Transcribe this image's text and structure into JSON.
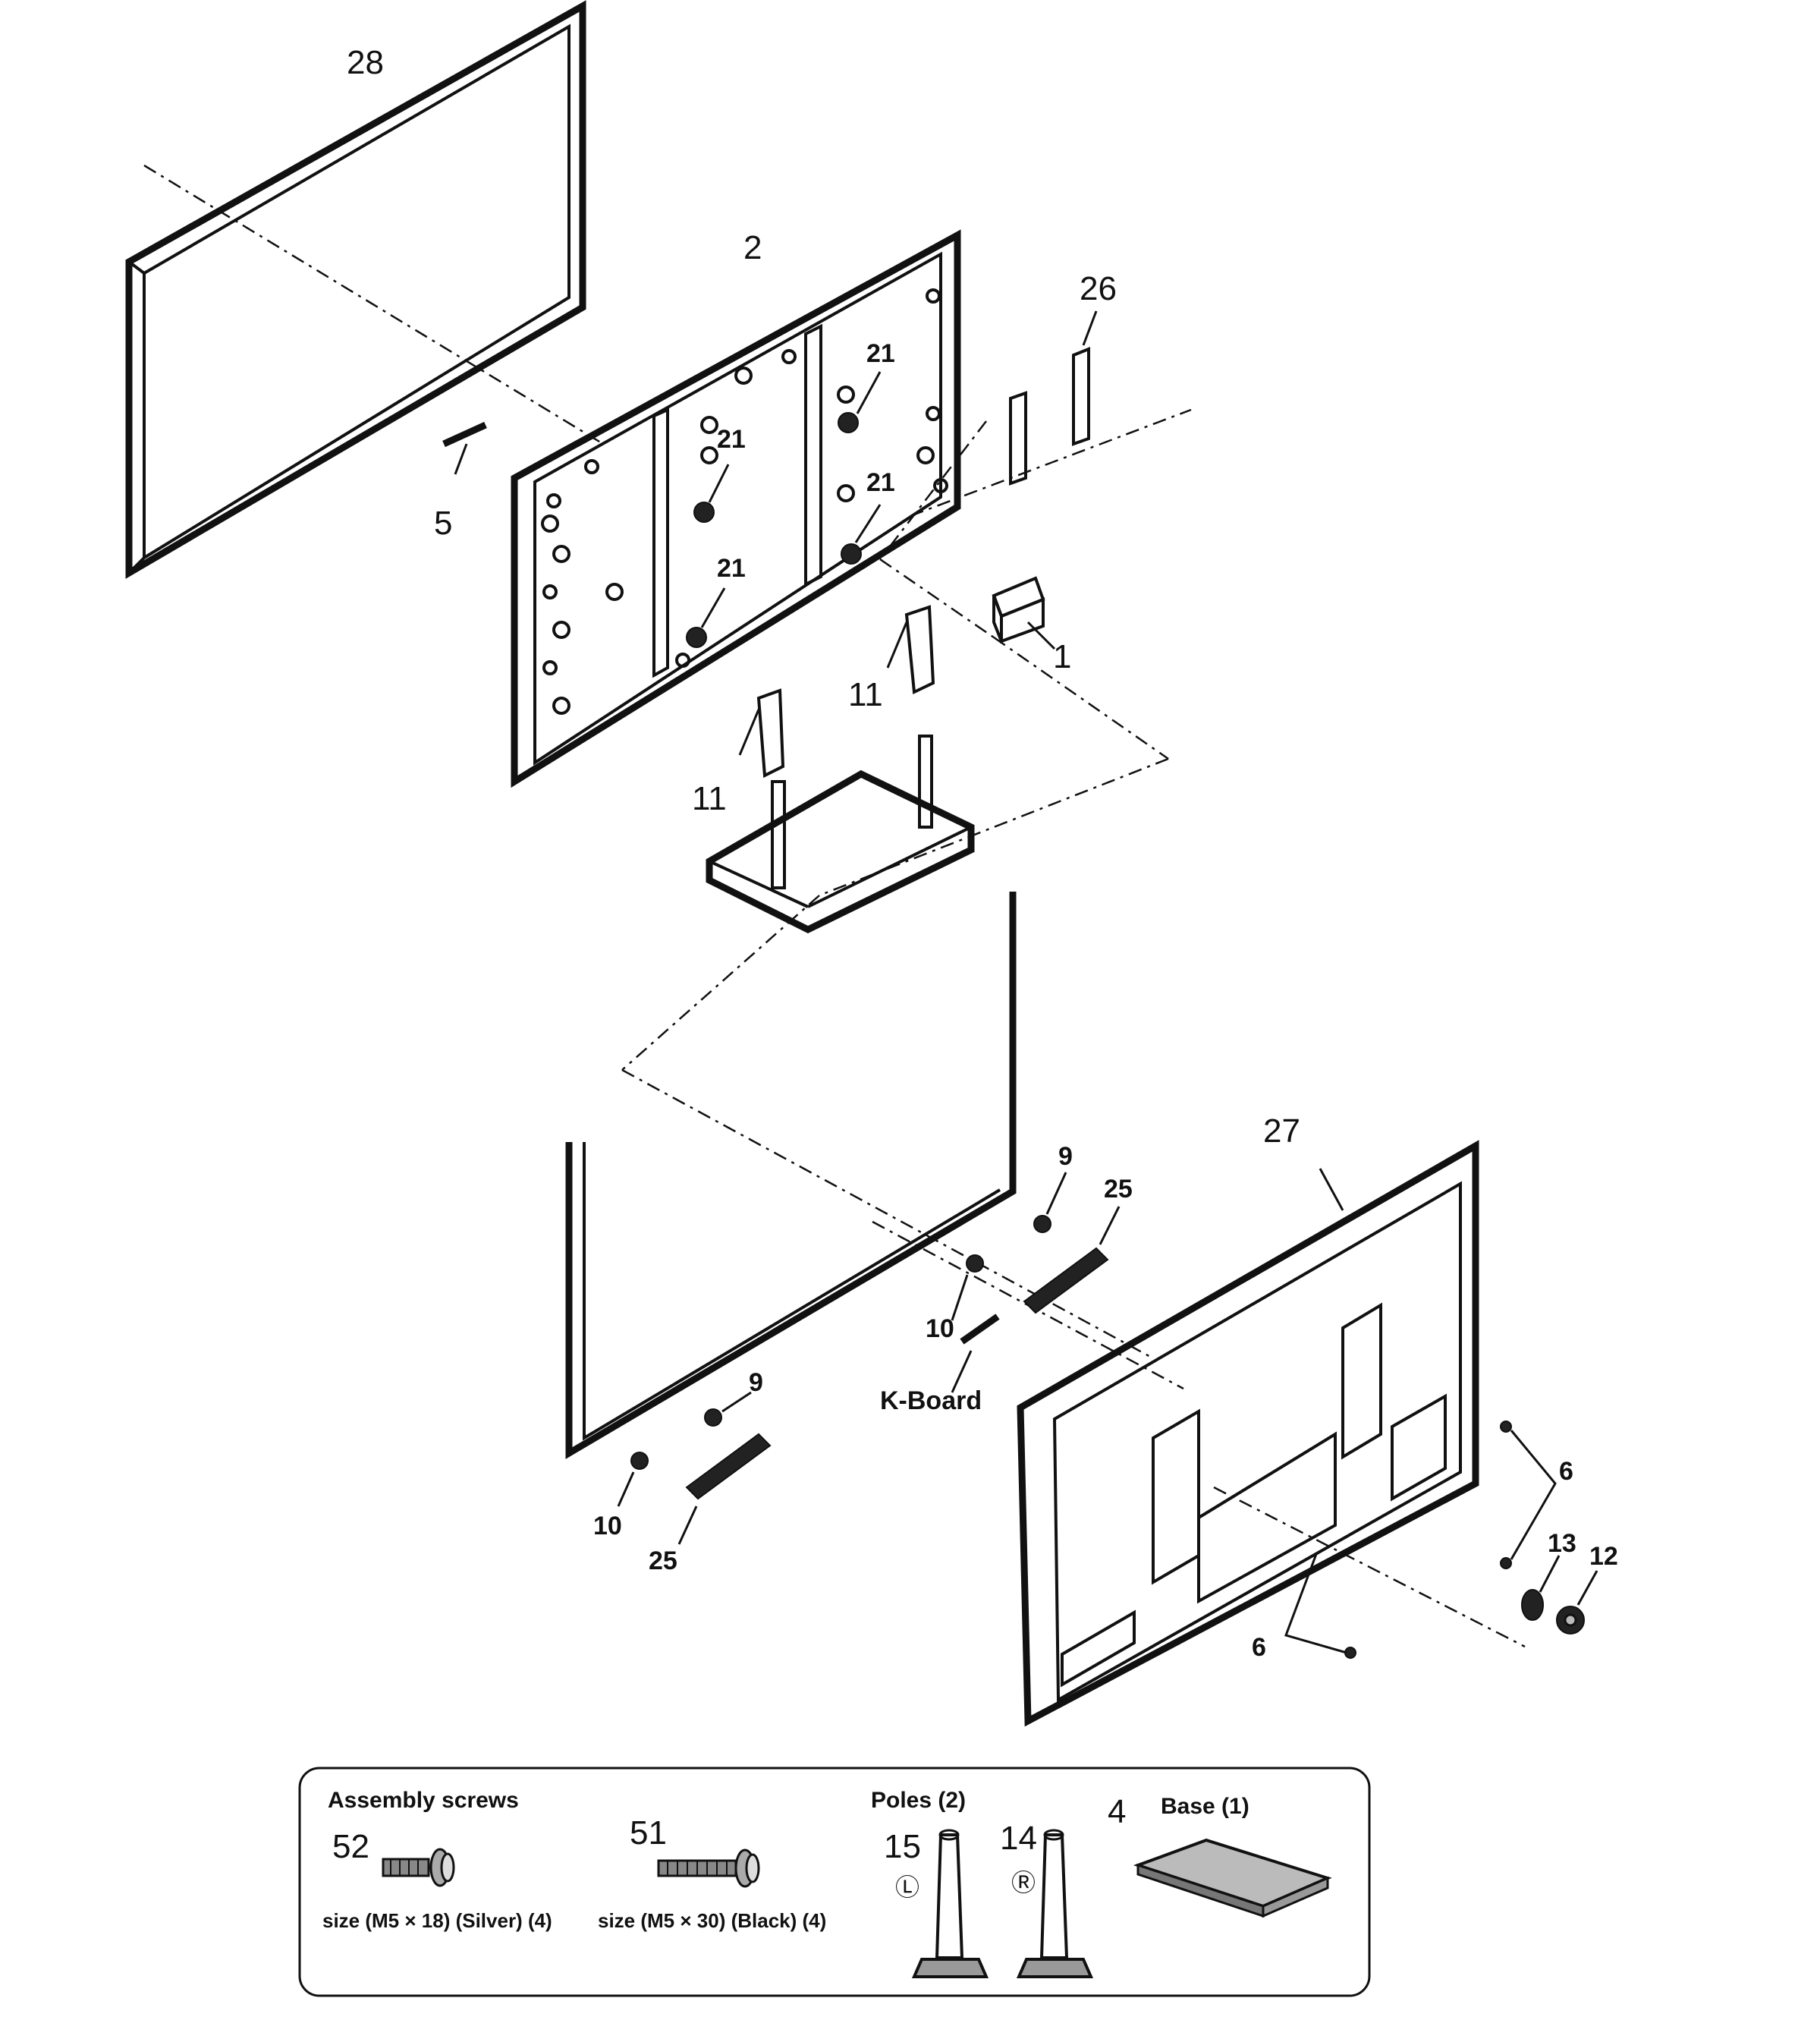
{
  "callouts": {
    "bezel": "28",
    "chassis": "2",
    "bracket_strip": "26",
    "cable": "5",
    "standoff_a": "21",
    "standoff_b": "21",
    "standoff_c": "21",
    "standoff_d": "21",
    "module": "1",
    "pole_right": "11",
    "pole_left": "11",
    "back_cover": "27",
    "screw_top": "9",
    "speaker_right": "25",
    "screw_mid": "10",
    "k_board": "K-Board",
    "screw_bottom": "9",
    "screw_left": "10",
    "speaker_left": "25",
    "screw_6a": "6",
    "washer": "13",
    "nut": "12",
    "screw_6b": "6"
  },
  "legend": {
    "assembly_title": "Assembly screws",
    "screw_52_num": "52",
    "screw_52_size": "size (M5 × 18) (Silver) (4)",
    "screw_51_num": "51",
    "screw_51_size": "size (M5 × 30) (Black) (4)",
    "poles_title": "Poles (2)",
    "pole_15_num": "15",
    "pole_15_side": "Ⓛ",
    "pole_14_num": "14",
    "pole_14_side": "Ⓡ",
    "base_num": "4",
    "base_title": "Base (1)"
  }
}
